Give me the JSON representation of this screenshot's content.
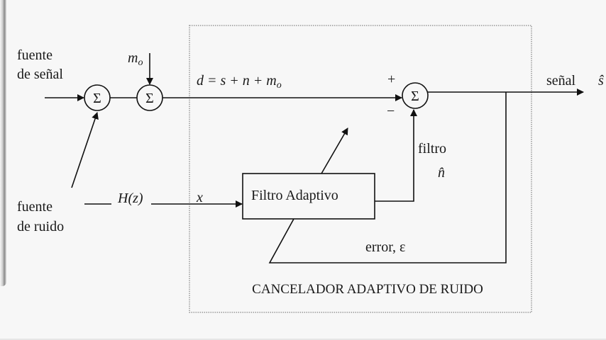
{
  "diagram": {
    "title": "CANCELADOR ADAPTIVO DE RUIDO",
    "signal_source": {
      "line1": "fuente",
      "line2": "de señal"
    },
    "noise_source": {
      "line1": "fuente",
      "line2": "de ruido"
    },
    "sum_symbol": "Σ",
    "m0_label": "m",
    "m0_sub": "o",
    "d_equation": "d = s + n + m",
    "d_equation_sub": "o",
    "plus_sign": "+",
    "minus_sign": "−",
    "output_label": "señal",
    "output_symbol": "ŝ",
    "transfer_function": "H(z)",
    "x_label": "x",
    "adaptive_filter_label": "Filtro Adaptivo",
    "filter_output_label": "filtro",
    "filter_output_symbol": "n̂",
    "error_label": "error, ε"
  }
}
